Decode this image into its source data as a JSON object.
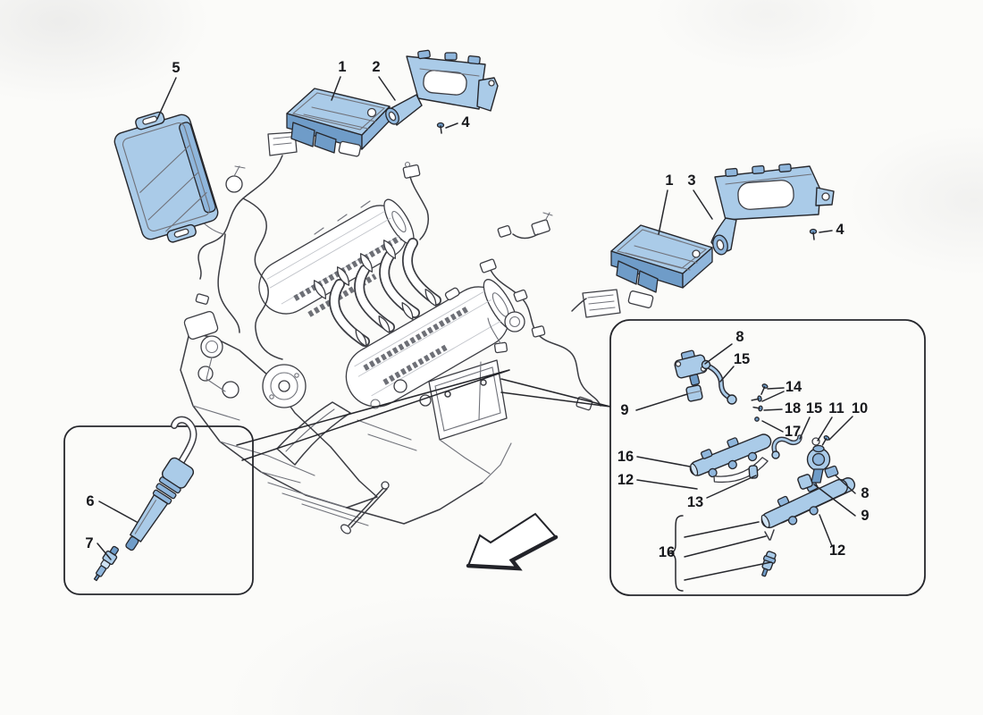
{
  "figure": {
    "type": "exploded-parts-diagram",
    "style": "technical-line-art"
  },
  "colors": {
    "bg": "#fbfbf9",
    "ink": "#3c3d43",
    "ink-soft": "#70727a",
    "ink-dark": "#26272c",
    "part": "#aacbe8",
    "part-mid": "#8fb6dc",
    "part-dark": "#6f9cc8",
    "part-light": "#cfe2f3",
    "label": "#17181c",
    "hatch": "#c2c5cb"
  },
  "arrow": {
    "name": "direction-arrow",
    "direction": "down-left"
  },
  "callouts": [
    {
      "text": "5"
    },
    {
      "text": "1"
    },
    {
      "text": "2"
    },
    {
      "text": "4"
    },
    {
      "text": "1"
    },
    {
      "text": "3"
    },
    {
      "text": "4"
    },
    {
      "text": "6"
    },
    {
      "text": "7"
    },
    {
      "text": "8"
    },
    {
      "text": "15"
    },
    {
      "text": "9"
    },
    {
      "text": "14"
    },
    {
      "text": "18"
    },
    {
      "text": "15"
    },
    {
      "text": "11"
    },
    {
      "text": "10"
    },
    {
      "text": "17"
    },
    {
      "text": "16"
    },
    {
      "text": "12"
    },
    {
      "text": "13"
    },
    {
      "text": "8"
    },
    {
      "text": "9"
    },
    {
      "text": "12"
    },
    {
      "text": "16"
    }
  ]
}
